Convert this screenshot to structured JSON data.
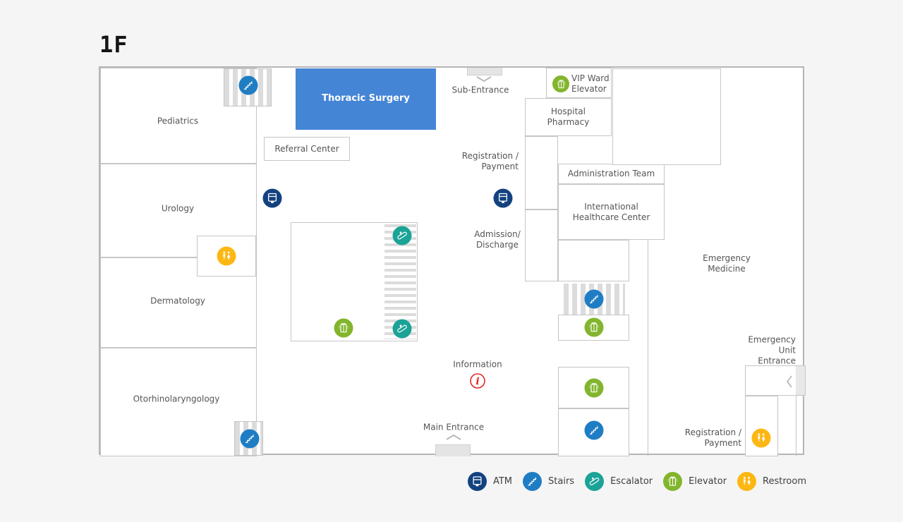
{
  "title": "1F",
  "labels": {
    "pediatrics": "Pediatrics",
    "urology": "Urology",
    "dermatology": "Dermatology",
    "otorhinolaryngology": "Otorhinolaryngology",
    "thoracic_surgery": "Thoracic Surgery",
    "referral_center": "Referral Center",
    "sub_entrance": "Sub-Entrance",
    "vip_ward_elevator": "VIP Ward\nElevator",
    "hospital_pharmacy": "Hospital\nPharmacy",
    "registration_payment_center": "Registration /\nPayment",
    "administration_team": "Administration Team",
    "international_healthcare_center": "International\nHealthcare Center",
    "admission_discharge": "Admission/\nDischarge",
    "emergency_medicine": "Emergency\nMedicine",
    "information": "Information",
    "main_entrance": "Main Entrance",
    "emergency_unit_entrance": "Emergency\nUnit Entrance",
    "registration_payment_emergency": "Registration /\nPayment"
  },
  "legend": {
    "items": [
      {
        "icon": "atm-icon",
        "glyph": "atm",
        "label": "ATM"
      },
      {
        "icon": "stairs-icon",
        "glyph": "stairs",
        "label": "Stairs"
      },
      {
        "icon": "escalator-icon",
        "glyph": "escalator",
        "label": "Escalator"
      },
      {
        "icon": "elevator-icon",
        "glyph": "elevator",
        "label": "Elevator"
      },
      {
        "icon": "restroom-icon",
        "glyph": "restroom",
        "label": "Restroom"
      }
    ]
  },
  "colors": {
    "atm": "#134280",
    "stairs": "#1f7dc4",
    "escalator": "#1aa396",
    "elevator": "#82b52d",
    "restroom": "#fdb714",
    "info": "#e02929",
    "highlight_room": "#4585d6",
    "background": "#f5f5f5",
    "wall": "#c6c6c6"
  }
}
